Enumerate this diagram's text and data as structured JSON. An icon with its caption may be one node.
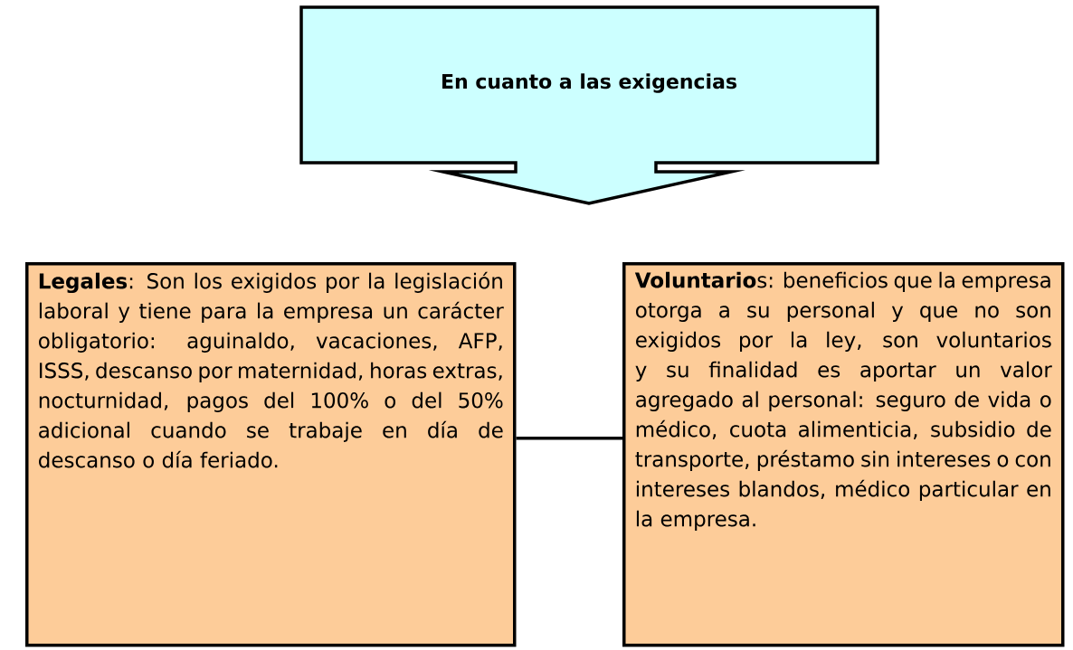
{
  "diagram": {
    "nodes": [
      {
        "text": [
          "En cuanto a las exigencias"
        ]
      },
      {
        "text": [
          "**Legales**: Son los exigidos por la legislación laboral y tiene para la empresa un carácter obligatorio: aguinaldo, vacaciones, AFP, ISSS, descanso por maternidad, horas extras, nocturnidad, pagos del 100% o del 50% adicional cuando se trabaje en día de descanso o día feriado."
        ]
      },
      {
        "text": [
          "**Voluntario**s: beneficios que la empresa otorga a su personal y que no son exigidos por la ley, son voluntarios y su finalidad es aportar un valor agregado al personal: seguro de vida o médico, cuota alimenticia, subsidio de transporte, préstamo sin intereses o con intereses blandos, médico particular en la empresa."
        ]
      }
    ],
    "edges": [
      {
        "from": 1,
        "to": 2,
        "arrow": "none"
      }
    ]
  }
}
